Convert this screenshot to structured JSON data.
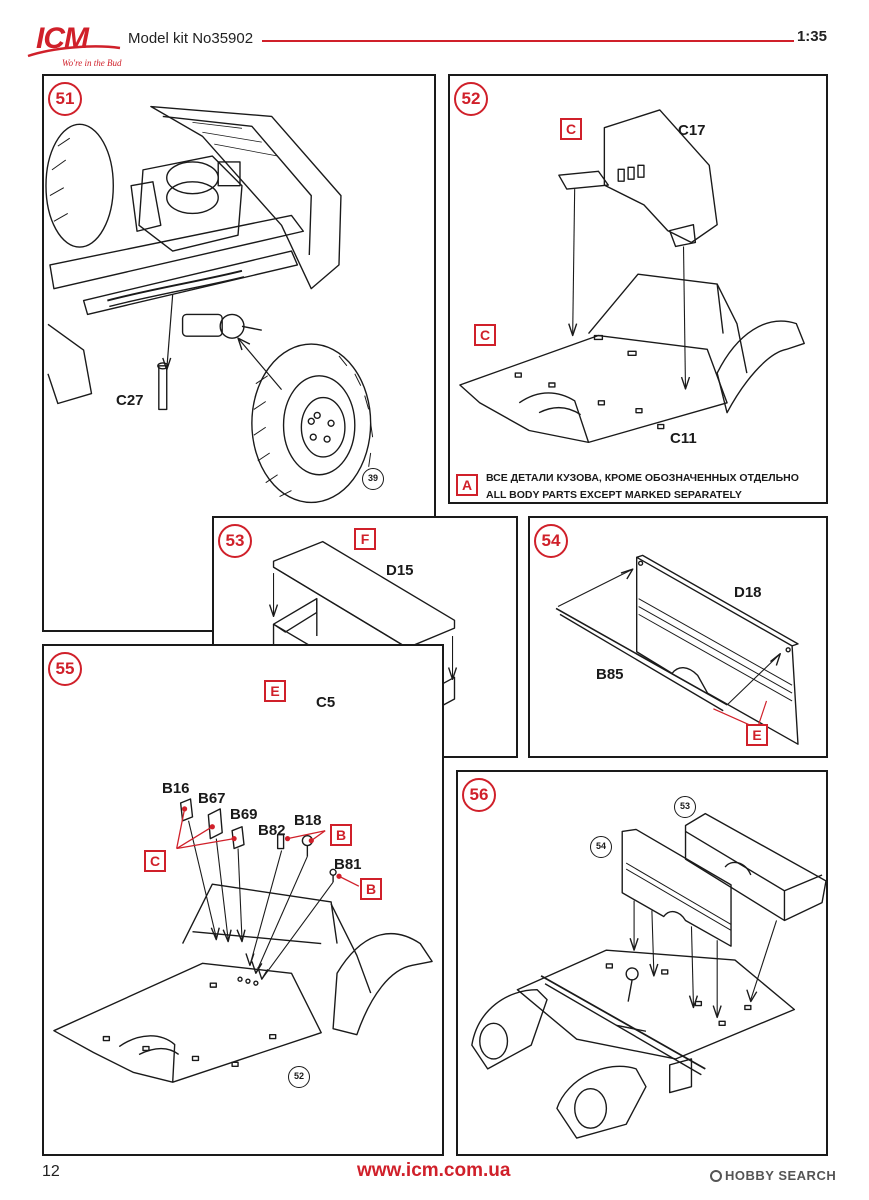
{
  "header": {
    "logo_text": "ICM",
    "logo_tagline": "Wo're in the Bud",
    "kit_label": "Model kit No35902",
    "scale": "1:35"
  },
  "steps": {
    "s51": {
      "number": "51",
      "labels": {
        "c27": "C27"
      },
      "ref": "39"
    },
    "s52": {
      "number": "52",
      "labels": {
        "c17": "C17",
        "c11": "C11"
      },
      "boxes": {
        "c_top": "C",
        "c_left": "C"
      },
      "note_box": "A",
      "note_ru": "ВСЕ ДЕТАЛИ КУЗОВА, КРОМЕ ОБОЗНАЧЕННЫХ ОТДЕЛЬНО",
      "note_en": "ALL BODY PARTS EXCEPT MARKED SEPARATELY"
    },
    "s53": {
      "number": "53",
      "labels": {
        "d15": "D15",
        "c5": "C5"
      },
      "boxes": {
        "f": "F",
        "e": "E"
      }
    },
    "s54": {
      "number": "54",
      "labels": {
        "d18": "D18",
        "b85": "B85"
      },
      "boxes": {
        "e": "E"
      }
    },
    "s55": {
      "number": "55",
      "labels": {
        "b16": "B16",
        "b67": "B67",
        "b69": "B69",
        "b82": "B82",
        "b18": "B18",
        "b81": "B81"
      },
      "boxes": {
        "c": "C",
        "b1": "B",
        "b2": "B"
      },
      "ref": "52"
    },
    "s56": {
      "number": "56",
      "refs": {
        "r53": "53",
        "r54": "54"
      }
    }
  },
  "footer": {
    "page_number": "12",
    "url": "www.icm.com.ua",
    "watermark": "HOBBY SEARCH"
  },
  "colors": {
    "accent": "#d0202a",
    "ink": "#1a1a1a"
  }
}
